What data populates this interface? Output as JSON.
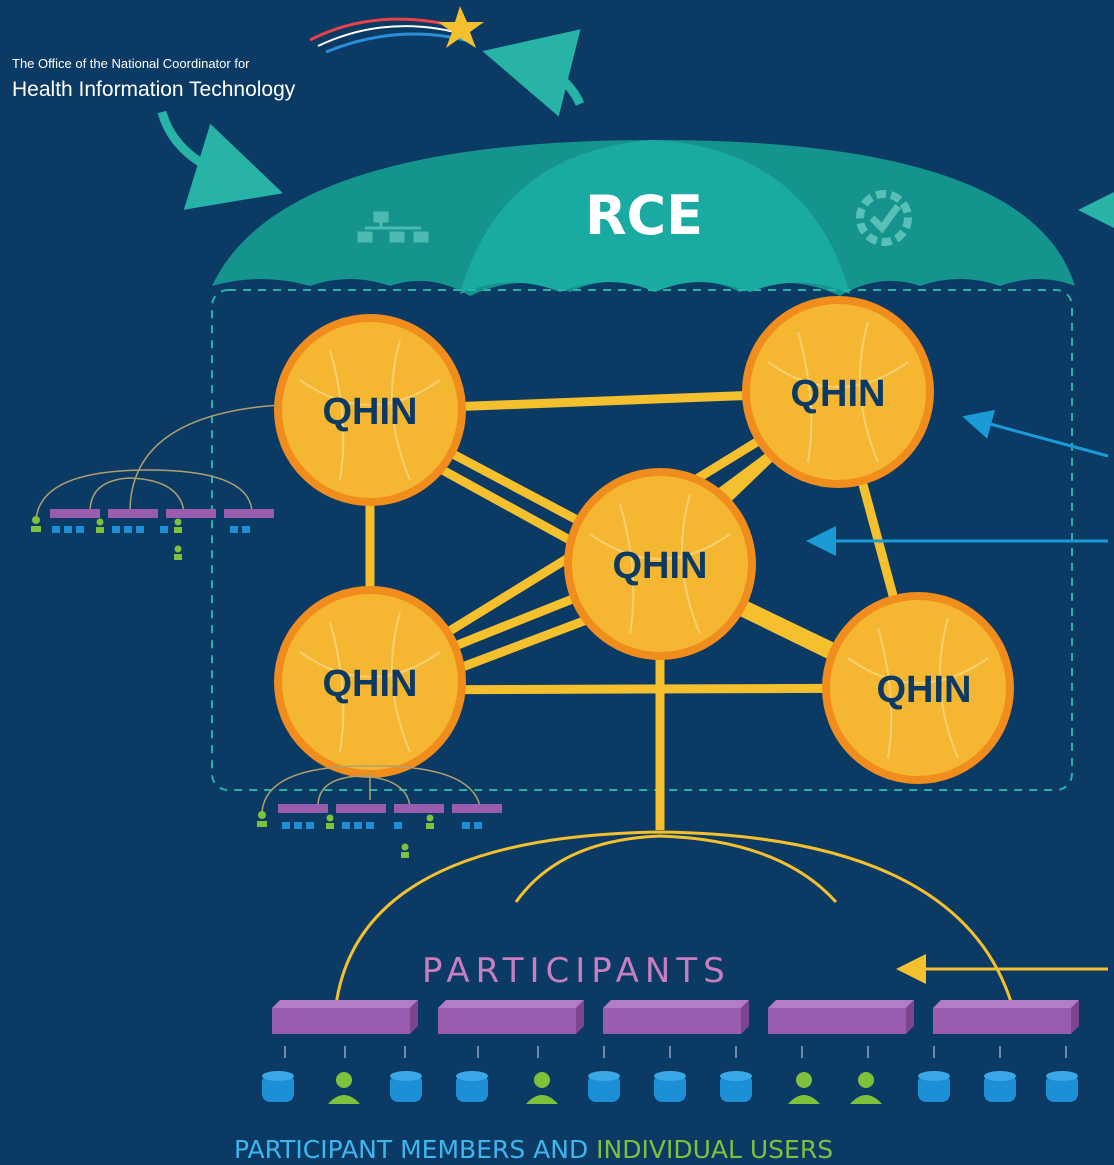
{
  "header": {
    "org_line1": "The Office of the National Coordinator for",
    "org_line2": "Health Information Technology"
  },
  "umbrella": {
    "label": "RCE",
    "left_icon": "org-chart-icon",
    "right_icon": "gear-check-icon"
  },
  "network": {
    "nodes": [
      {
        "label": "QHIN"
      },
      {
        "label": "QHIN"
      },
      {
        "label": "QHIN"
      },
      {
        "label": "QHIN"
      },
      {
        "label": "QHIN"
      }
    ]
  },
  "participants": {
    "label": "PARTICIPANTS"
  },
  "footer": {
    "members_text": "PARTICIPANT MEMBERS AND ",
    "users_text": "INDIVIDUAL USERS"
  },
  "colors": {
    "background": "#0b3a64",
    "umbrella": "#16a49c",
    "node_fill": "#f5b731",
    "node_ring": "#f08d1c",
    "link": "#f5c02e",
    "arrow_teal": "#27b3a6",
    "arrow_blue": "#1b9bd6",
    "participant_bar": "#9a5cae",
    "member_blue": "#1d8fd6",
    "member_green": "#7ec13d",
    "participants_label": "#c77fbf"
  }
}
